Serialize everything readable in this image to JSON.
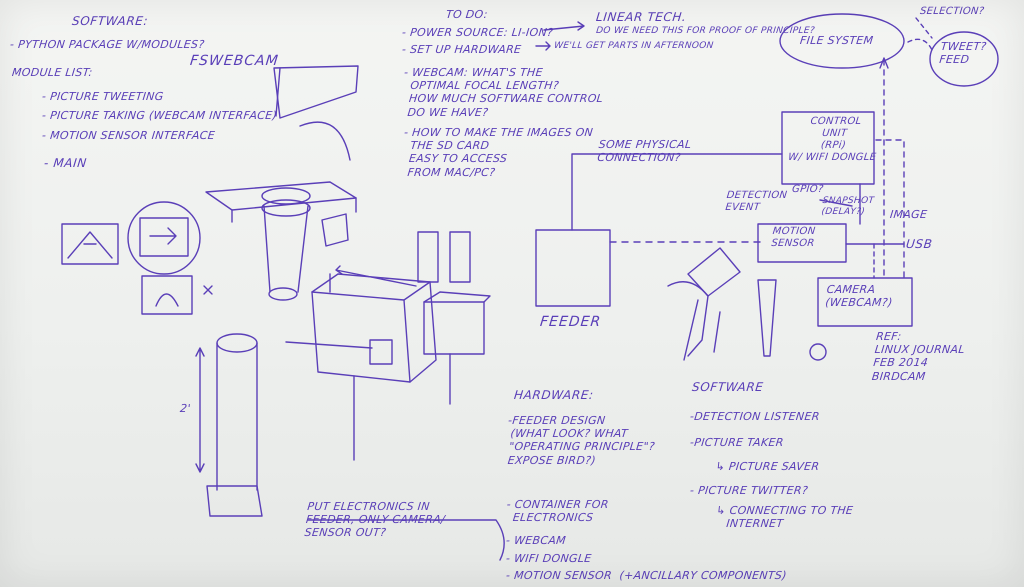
{
  "software_section": {
    "title": "SOFTWARE:",
    "line1": "- PYTHON PACKAGE W/MODULES?",
    "module_list_label": "MODULE LIST:",
    "fswebcam": "FSWEBCAM",
    "items": [
      "- PICTURE TWEETING",
      "- PICTURE TAKING (WEBCAM INTERFACE)",
      "- MOTION SENSOR INTERFACE",
      "- MAIN"
    ]
  },
  "todo_section": {
    "title": "TO DO:",
    "items": [
      "- POWER SOURCE: LI-ION?",
      "- SET UP HARDWARE",
      "- WEBCAM: WHAT'S THE\n  OPTIMAL FOCAL LENGTH?\n  HOW MUCH SOFTWARE CONTROL\n  DO WE HAVE?",
      "- HOW TO MAKE THE IMAGES ON\n  THE SD CARD\n  EASY TO ACCESS\n  FROM MAC/PC?"
    ],
    "linear_tech": "LINEAR TECH.",
    "linear_tech_note": "DO WE NEED THIS FOR PROOF OF PRINCIPLE?",
    "hardware_note": "WE'LL GET PARTS IN AFTERNOON"
  },
  "diagram_labels": {
    "file_system": "FILE SYSTEM",
    "selection": "SELECTION?",
    "tweet_feed": "TWEET?\nFEED",
    "control_unit": "CONTROL\nUNIT\n(RPi)\nW/ WIFI DONGLE",
    "some_physical": "SOME PHYSICAL\nCONNECTION?",
    "detection_event": "DETECTION\nEVENT",
    "gpio": "GPIO?",
    "snapshot": "SNAPSHOT\n(DELAY?)",
    "image": "IMAGE",
    "motion_sensor": "MOTION\nSENSOR",
    "usb": "USB",
    "camera": "CAMERA\n(WEBCAM?)",
    "feeder": "FEEDER",
    "ref": "REF:\nLINUX JOURNAL\nFEB 2014\nBIRDCAM",
    "two_ft": "2'"
  },
  "hardware_section": {
    "title": "HARDWARE:",
    "items": [
      "-FEEDER DESIGN\n (WHAT LOOK? WHAT\n \"OPERATING PRINCIPLE\"?\n EXPOSE BIRD?)",
      "- CONTAINER FOR\n  ELECTRONICS",
      "- WEBCAM",
      "- WIFI DONGLE",
      "- MOTION SENSOR  (+ANCILLARY COMPONENTS)"
    ]
  },
  "software_list": {
    "title": "SOFTWARE",
    "items": [
      "-DETECTION LISTENER",
      "-PICTURE TAKER",
      "  ↳ PICTURE SAVER",
      "- PICTURE TWITTER?",
      "  ↳ CONNECTING TO THE\n     INTERNET"
    ]
  },
  "electronics_note": "PUT ELECTRONICS IN\nFEEDER, ONLY CAMERA/\nSENSOR OUT?",
  "colors": {
    "ink": "#5a3fb8",
    "board": "#f1f2f0"
  }
}
